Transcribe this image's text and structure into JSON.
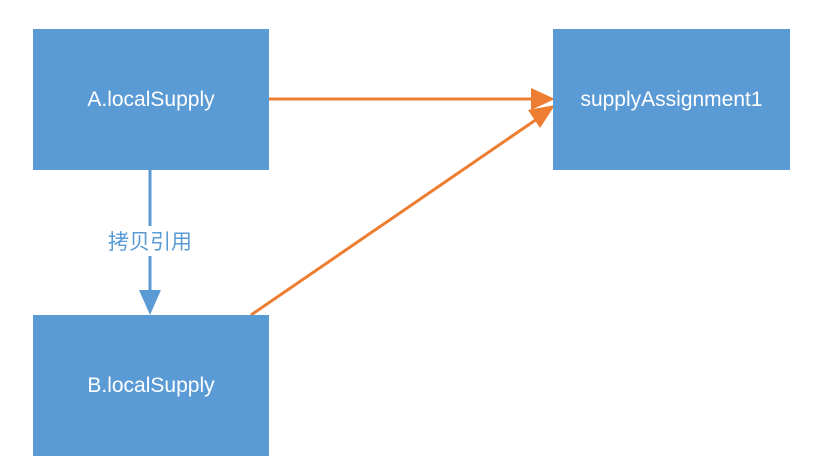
{
  "nodes": {
    "a_label": "A.localSupply",
    "b_label": "B.localSupply",
    "target_label": "supplyAssignment1"
  },
  "edges": {
    "copy_label": "拷贝引用"
  },
  "colors": {
    "node_fill": "#5B9BD5",
    "node_text": "#FFFFFF",
    "reference_arrow": "#ED7D31",
    "copy_arrow": "#5B9BD5"
  }
}
